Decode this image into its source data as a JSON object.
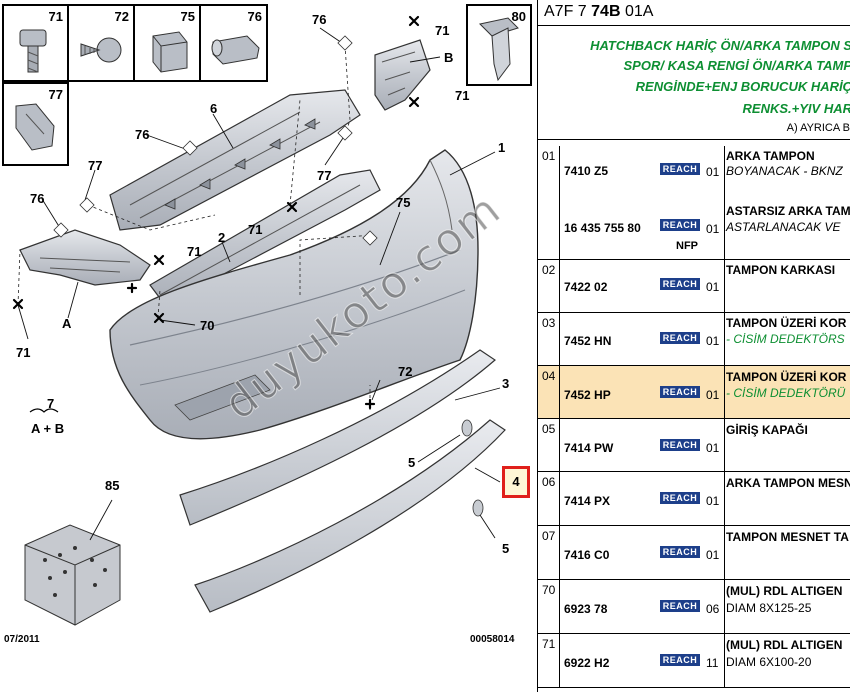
{
  "diagram": {
    "hardware_boxes": [
      {
        "num": "71",
        "icon": "screw-bolt-icon"
      },
      {
        "num": "72",
        "icon": "self-tapping-screw-icon"
      },
      {
        "num": "75",
        "icon": "clip-nut-icon"
      },
      {
        "num": "76",
        "icon": "plastic-rivet-icon"
      },
      {
        "num": "77",
        "icon": "expanding-clip-icon"
      },
      {
        "num": "80",
        "icon": "push-clip-icon"
      }
    ],
    "callouts": {
      "c1": "1",
      "c2": "2",
      "c3": "3",
      "c4": "4",
      "c5a": "5",
      "c5b": "5",
      "c6": "6",
      "c7": "7",
      "c7sub": "A + B",
      "c70": "70",
      "c71a": "71",
      "c71b": "71",
      "c71c": "71",
      "c71d": "71",
      "c71e": "71",
      "c72": "72",
      "c75": "75",
      "c76a": "76",
      "c76b": "76",
      "c76c": "76",
      "c77a": "77",
      "c77b": "77",
      "c85": "85",
      "cA": "A",
      "cB": "B"
    },
    "highlighted_callout": "4",
    "date": "07/2011",
    "drawing_number": "00058014",
    "watermark": "duyukoto.com"
  },
  "panel": {
    "ref_prefix": "A7F 7",
    "ref_bold": "74B",
    "ref_suffix": "01A",
    "description_lines": [
      "HATCHBACK HARİÇ ÖN/ARKA TAMPON S",
      "SPOR/ KASA RENGİ ÖN/ARKA TAMP",
      "RENGİNDE+ENJ BORUCUK HARİÇ",
      "RENKS.+YIV HAR"
    ],
    "note": "A) AYRICA B",
    "rows": [
      {
        "idx": "01",
        "ref": "7410 Z5",
        "reach": "REACH",
        "qty": "01",
        "title": "ARKA TAMPON",
        "sub": "BOYANACAK - BKNZ",
        "sub_style": "it"
      },
      {
        "idx": "",
        "ref": "16 435 755 80",
        "reach": "REACH",
        "nfp": "NFP",
        "qty": "01",
        "title": "ASTARSIZ ARKA TAM",
        "sub": "ASTARLANACAK VE",
        "sub_style": "it"
      },
      {
        "idx": "02",
        "ref": "7422 02",
        "reach": "REACH",
        "qty": "01",
        "title": "TAMPON KARKASI",
        "sub": "",
        "sub_style": ""
      },
      {
        "idx": "03",
        "ref": "7452 HN",
        "reach": "REACH",
        "qty": "01",
        "title": "TAMPON ÜZERİ KOR",
        "sub": "- CİSİM DEDEKTÖRS",
        "sub_style": "green"
      },
      {
        "idx": "04",
        "ref": "7452 HP",
        "reach": "REACH",
        "qty": "01",
        "title": "TAMPON ÜZERİ KOR",
        "sub": "- CİSİM DEDEKTÖRÜ",
        "sub_style": "green"
      },
      {
        "idx": "05",
        "ref": "7414 PW",
        "reach": "REACH",
        "qty": "01",
        "title": "GİRİŞ KAPAĞI",
        "sub": "",
        "sub_style": ""
      },
      {
        "idx": "06",
        "ref": "7414 PX",
        "reach": "REACH",
        "qty": "01",
        "title": "ARKA TAMPON MESNE",
        "sub": "",
        "sub_style": ""
      },
      {
        "idx": "07",
        "ref": "7416 C0",
        "reach": "REACH",
        "qty": "01",
        "title": "TAMPON MESNET TA",
        "sub": "",
        "sub_style": ""
      },
      {
        "idx": "70",
        "ref": "6923 78",
        "reach": "REACH",
        "qty": "06",
        "title": "(MUL) RDL ALTIGEN",
        "sub": "DIAM 8X125-25",
        "sub_style": ""
      },
      {
        "idx": "71",
        "ref": "6922 H2",
        "reach": "REACH",
        "qty": "11",
        "title": "(MUL) RDL ALTIGEN",
        "sub": "DIAM 6X100-20",
        "sub_style": ""
      }
    ]
  }
}
